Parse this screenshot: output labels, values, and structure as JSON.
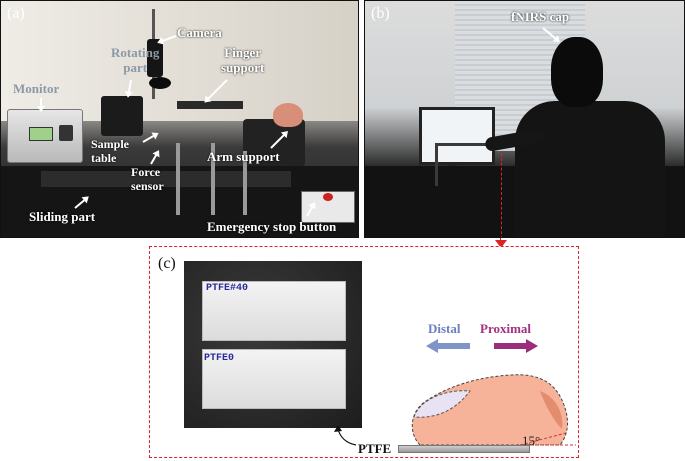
{
  "panel_a": {
    "label": "(a)",
    "annotations": {
      "camera": "Camera",
      "rotating_part": "Rotating\npart",
      "finger_support": "Finger\nsupport",
      "monitor": "Monitor",
      "sample_table": "Sample\ntable",
      "arm_support": "Arm support",
      "force_sensor": "Force\nsensor",
      "sliding_part": "Sliding part",
      "emergency_stop": "Emergency stop button"
    }
  },
  "panel_b": {
    "label": "(b)",
    "annotations": {
      "fnirs_cap": "fNIRS cap"
    }
  },
  "panel_c": {
    "label": "(c)",
    "samples": [
      "PTFE#40",
      "PTFE0"
    ],
    "directions": {
      "distal": "Distal",
      "proximal": "Proximal"
    },
    "angle": "15°",
    "surface_label": "PTFE"
  },
  "colors": {
    "distal_arrow": "#7f95c8",
    "proximal_arrow": "#9b2d7a",
    "distal_text": "#6a7fbf",
    "proximal_text": "#a33080",
    "finger": "#f6b39a",
    "dashed_border": "#dd2222"
  }
}
